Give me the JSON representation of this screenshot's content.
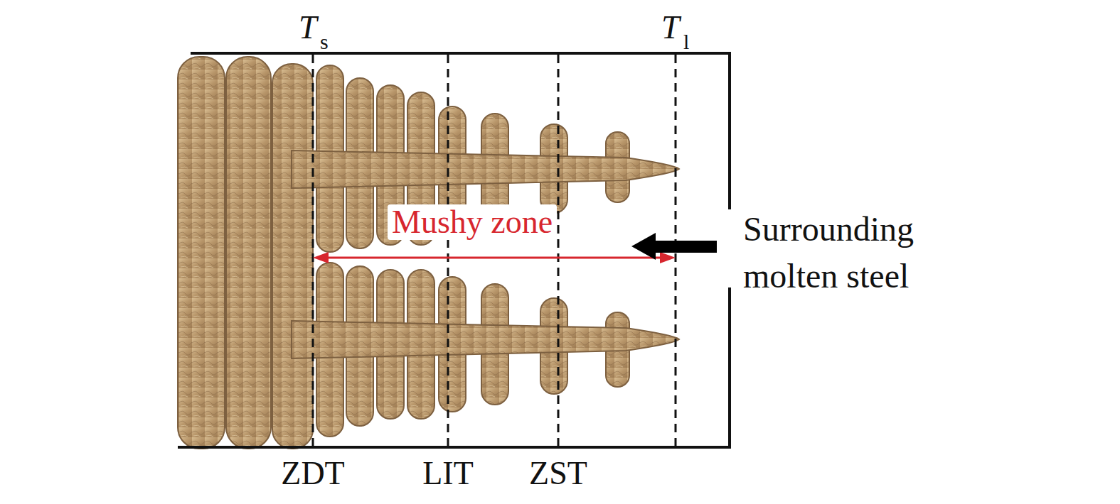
{
  "diagram": {
    "labels": [
      "T",
      "s",
      "T",
      "l",
      "Mushy zone",
      "Surrounding molten steel",
      "ZDT",
      "LIT",
      "ZST"
    ]
  }
}
